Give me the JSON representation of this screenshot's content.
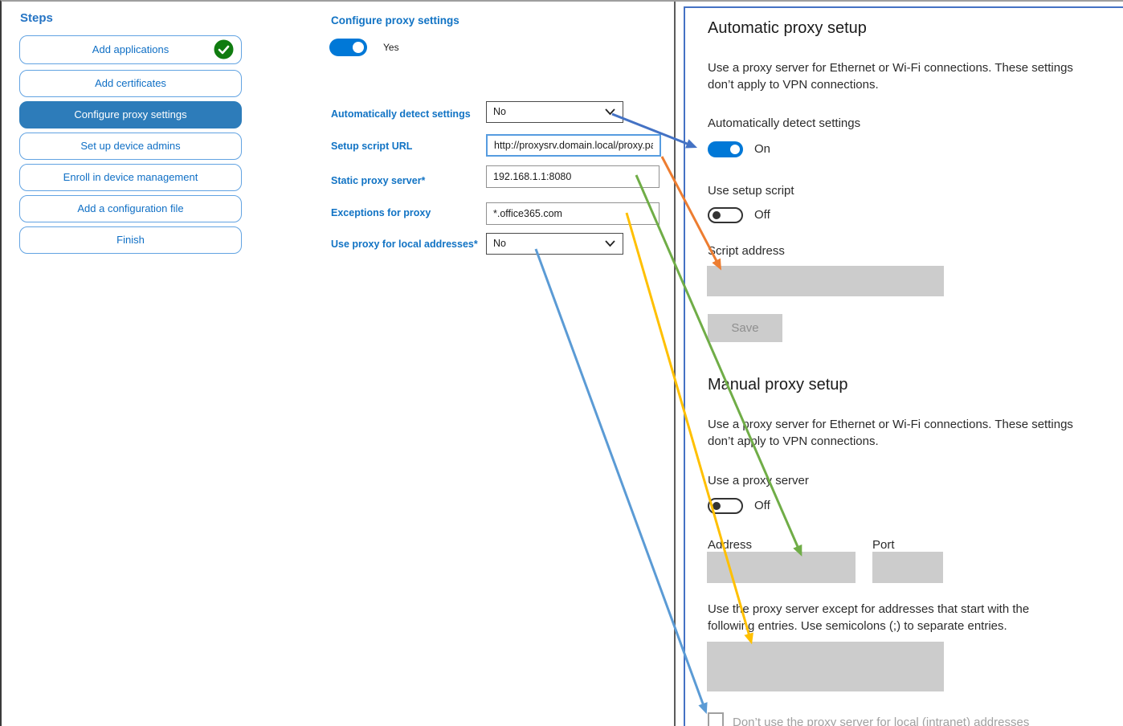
{
  "sidebar": {
    "title": "Steps",
    "items": [
      {
        "label": "Add applications",
        "state": "completed"
      },
      {
        "label": "Add certificates",
        "state": "normal"
      },
      {
        "label": "Configure proxy settings",
        "state": "active"
      },
      {
        "label": "Set up device admins",
        "state": "normal"
      },
      {
        "label": "Enroll in device management",
        "state": "normal"
      },
      {
        "label": "Add a configuration file",
        "state": "normal"
      },
      {
        "label": "Finish",
        "state": "normal"
      }
    ]
  },
  "form": {
    "title": "Configure proxy settings",
    "enable_toggle": {
      "label": "Yes",
      "state": "on"
    },
    "fields": [
      {
        "label": "Automatically detect settings",
        "type": "select",
        "value": "No"
      },
      {
        "label": "Setup script URL",
        "type": "text",
        "value": "http://proxysrv.domain.local/proxy.pa"
      },
      {
        "label": "Static proxy server*",
        "type": "text",
        "value": "192.168.1.1:8080"
      },
      {
        "label": "Exceptions for proxy",
        "type": "text",
        "value": "*.office365.com"
      },
      {
        "label": "Use proxy for local addresses*",
        "type": "select",
        "value": "No"
      }
    ]
  },
  "settings_panel": {
    "automatic": {
      "heading": "Automatic proxy setup",
      "description": "Use a proxy server for Ethernet or Wi-Fi connections. These settings\ndon’t apply to VPN connections.",
      "detect_label": "Automatically detect settings",
      "detect_state": "On",
      "script_label": "Use setup script",
      "script_state": "Off",
      "script_address_label": "Script address",
      "save_button": "Save"
    },
    "manual": {
      "heading": "Manual proxy setup",
      "description": "Use a proxy server for Ethernet or Wi-Fi connections. These settings\ndon’t apply to VPN connections.",
      "proxy_label": "Use a proxy server",
      "proxy_state": "Off",
      "address_label": "Address",
      "port_label": "Port",
      "exceptions_text": "Use the proxy server except for addresses that start with the\nfollowing entries. Use semicolons (;) to separate entries.",
      "checkbox_label": "Don’t use the proxy server for local (intranet) addresses"
    }
  },
  "arrows": [
    {
      "name": "detect-settings-mapping",
      "color": "#4472C4"
    },
    {
      "name": "setup-script-mapping",
      "color": "#ED7D31"
    },
    {
      "name": "static-proxy-mapping",
      "color": "#70AD47"
    },
    {
      "name": "proxy-exceptions-mapping",
      "color": "#FFC000"
    },
    {
      "name": "local-addresses-mapping",
      "color": "#5B9BD5"
    }
  ],
  "colors": {
    "accent_blue": "#0078d7",
    "label_blue": "#1173c4",
    "active_step": "#2d7cba",
    "panel_border": "#4472c4",
    "completed_green": "#107c10",
    "disabled_gray": "#cccccc"
  }
}
